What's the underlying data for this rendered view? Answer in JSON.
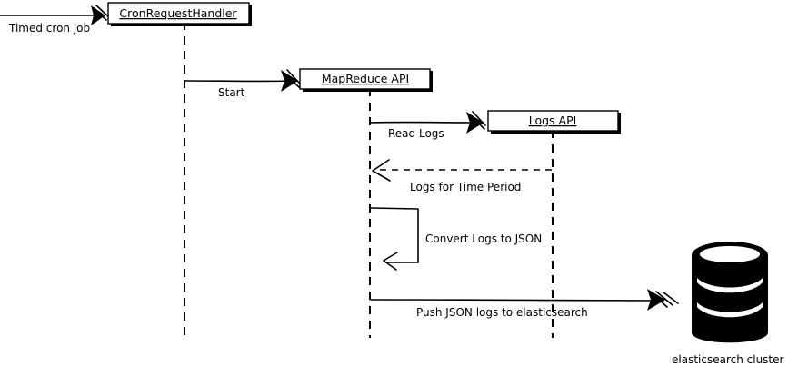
{
  "participants": [
    {
      "id": "cron",
      "label": "CronRequestHandler"
    },
    {
      "id": "mapreduce",
      "label": "MapReduce API"
    },
    {
      "id": "logs",
      "label": "Logs API"
    }
  ],
  "messages": [
    {
      "id": "timed-cron-job",
      "label": "Timed cron job"
    },
    {
      "id": "start",
      "label": "Start"
    },
    {
      "id": "read-logs",
      "label": "Read Logs"
    },
    {
      "id": "logs-for-time-period",
      "label": "Logs for Time Period"
    },
    {
      "id": "convert-logs",
      "label": "Convert Logs to JSON"
    },
    {
      "id": "push-json",
      "label": "Push JSON logs to elasticsearch"
    }
  ],
  "database": {
    "label": "elasticsearch cluster",
    "icon": "database-icon"
  }
}
